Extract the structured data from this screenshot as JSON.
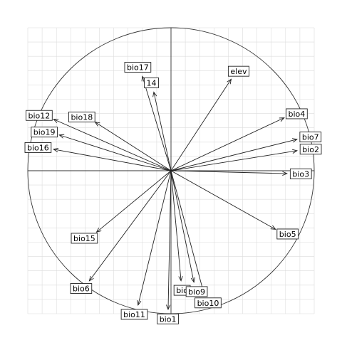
{
  "chart_data": {
    "type": "scatter",
    "title": "",
    "xlabel": "",
    "ylabel": "",
    "xlim": [
      -1.0,
      1.0
    ],
    "ylim": [
      -1.0,
      1.0
    ],
    "grid": true,
    "unit_circle": true,
    "series": [
      {
        "label": "elev",
        "x": 0.42,
        "y": 0.64
      },
      {
        "label": "bio4",
        "x": 0.79,
        "y": 0.37
      },
      {
        "label": "bio7",
        "x": 0.88,
        "y": 0.22
      },
      {
        "label": "bio2",
        "x": 0.88,
        "y": 0.14
      },
      {
        "label": "bio3",
        "x": 0.81,
        "y": -0.02
      },
      {
        "label": "bio5",
        "x": 0.73,
        "y": -0.41
      },
      {
        "label": "bio17",
        "x": -0.2,
        "y": 0.66
      },
      {
        "label": "14",
        "x": -0.12,
        "y": 0.55
      },
      {
        "label": "bio18",
        "x": -0.53,
        "y": 0.34
      },
      {
        "label": "bio12",
        "x": -0.82,
        "y": 0.36
      },
      {
        "label": "bio19",
        "x": -0.78,
        "y": 0.25
      },
      {
        "label": "bio16",
        "x": -0.82,
        "y": 0.15
      },
      {
        "label": "bio15",
        "x": -0.52,
        "y": -0.43
      },
      {
        "label": "bio6",
        "x": -0.57,
        "y": -0.77
      },
      {
        "label": "bio11",
        "x": -0.23,
        "y": -0.94
      },
      {
        "label": "bio1",
        "x": -0.02,
        "y": -0.97
      },
      {
        "label": "bio",
        "x": 0.07,
        "y": -0.77
      },
      {
        "label": "bio9",
        "x": 0.16,
        "y": -0.78
      },
      {
        "label": "bio10",
        "x": 0.23,
        "y": -0.86
      }
    ]
  }
}
